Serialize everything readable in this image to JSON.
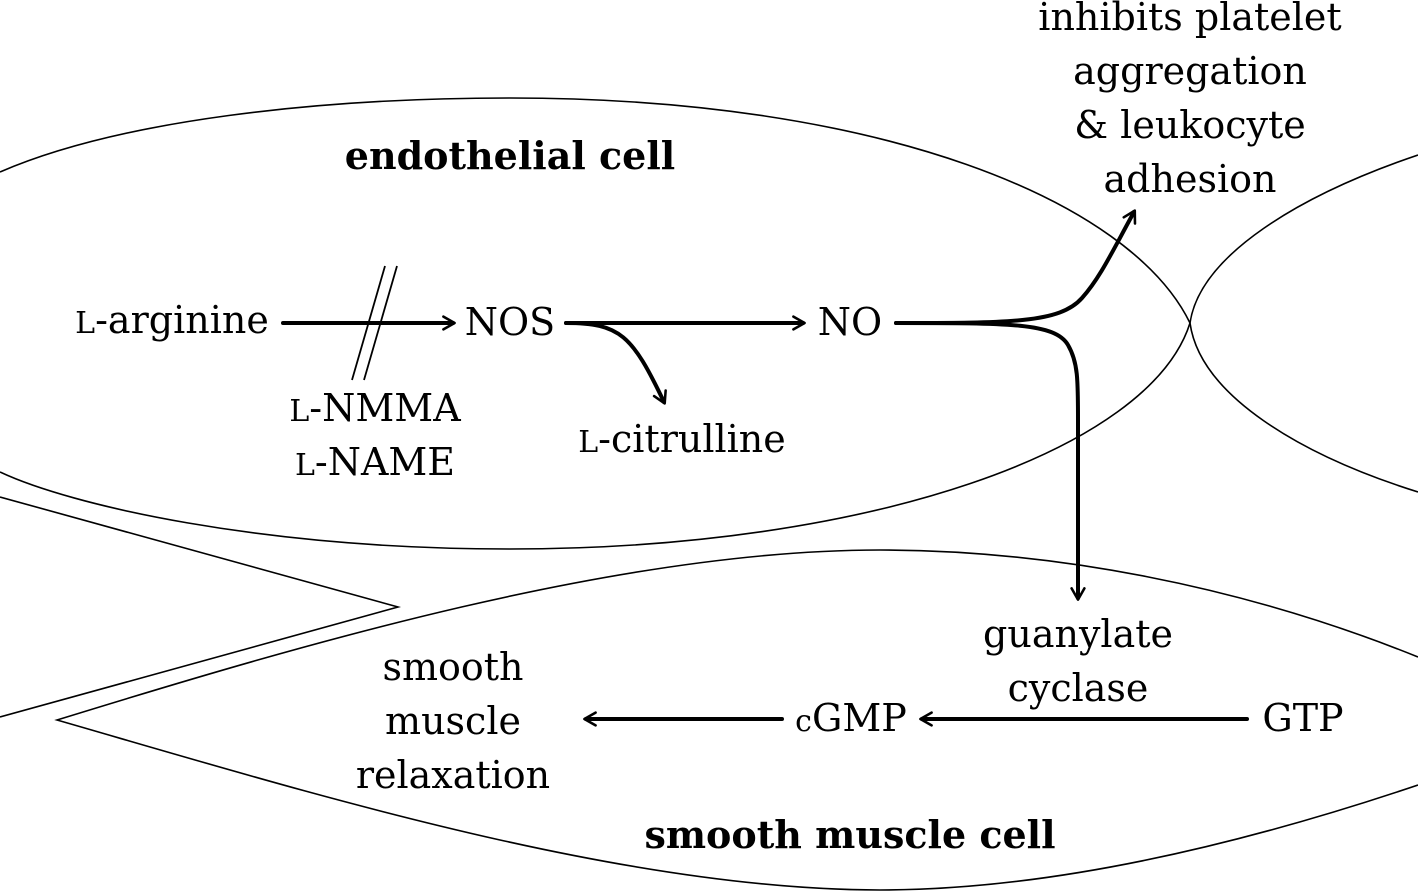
{
  "cells": {
    "endothelial": "endothelial cell",
    "smooth_muscle": "smooth muscle cell"
  },
  "nodes": {
    "l_arginine": {
      "prefix": "L",
      "rest": "-arginine"
    },
    "nos": "NOS",
    "no": "NO",
    "l_citrulline": {
      "prefix": "L",
      "rest": "-citrulline"
    },
    "inhibitors": [
      {
        "prefix": "L",
        "rest": "-NMMA"
      },
      {
        "prefix": "L",
        "rest": "-NAME"
      }
    ],
    "platelet_effect": [
      "inhibits platelet",
      "aggregation",
      "& leukocyte",
      "adhesion"
    ],
    "guanylate_cyclase": [
      "guanylate",
      "cyclase"
    ],
    "gtp": "GTP",
    "cgmp": {
      "prefix": "c",
      "rest": "GMP"
    },
    "relaxation": [
      "smooth",
      "muscle",
      "relaxation"
    ]
  }
}
